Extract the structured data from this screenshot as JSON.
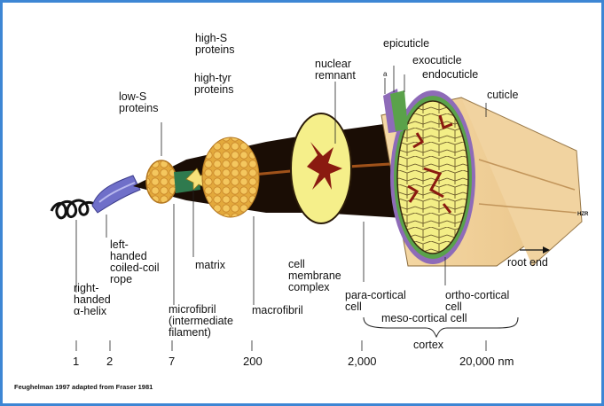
{
  "labels": {
    "high_s": "high-S\nproteins",
    "high_tyr": "high-tyr\nproteins",
    "low_s": "low-S\nproteins",
    "nuclear": "nuclear\nremnant",
    "epicuticle": "epicuticle",
    "exocuticle": "exocuticle",
    "a_mark": "a",
    "endocuticle": "endocuticle",
    "cuticle": "cuticle",
    "left_handed": "left-\nhanded\ncoiled-coil\nrope",
    "right_handed": "right-\nhanded\nα-helix",
    "matrix": "matrix",
    "microfibril": "microfibril\n(intermediate\nfilament)",
    "macrofibril": "macrofibril",
    "cell_membrane": "cell\nmembrane\ncomplex",
    "para_cortical": "para-cortical\ncell",
    "ortho_cortical": "ortho-cortical\ncell",
    "meso_cortical": "meso-cortical cell",
    "cortex": "cortex",
    "root_end": "root end"
  },
  "scale": {
    "s1": "1",
    "s2": "2",
    "s7": "7",
    "s200": "200",
    "s2000": "2,000",
    "s20000": "20,000 nm"
  },
  "credit": "Feughelman 1997 adapted from Fraser 1981",
  "signature": "HZR",
  "colors": {
    "frame": "#3d86d4",
    "gold": "#e8b84a",
    "cell_yellow": "#f5ef8a",
    "fiber_dark": "#1a0d05",
    "rope_blue": "#6f6fc9",
    "cuticle_purple": "#8e6bb8",
    "cuticle_green": "#5aa24a",
    "cell_red": "#8a1a10"
  }
}
